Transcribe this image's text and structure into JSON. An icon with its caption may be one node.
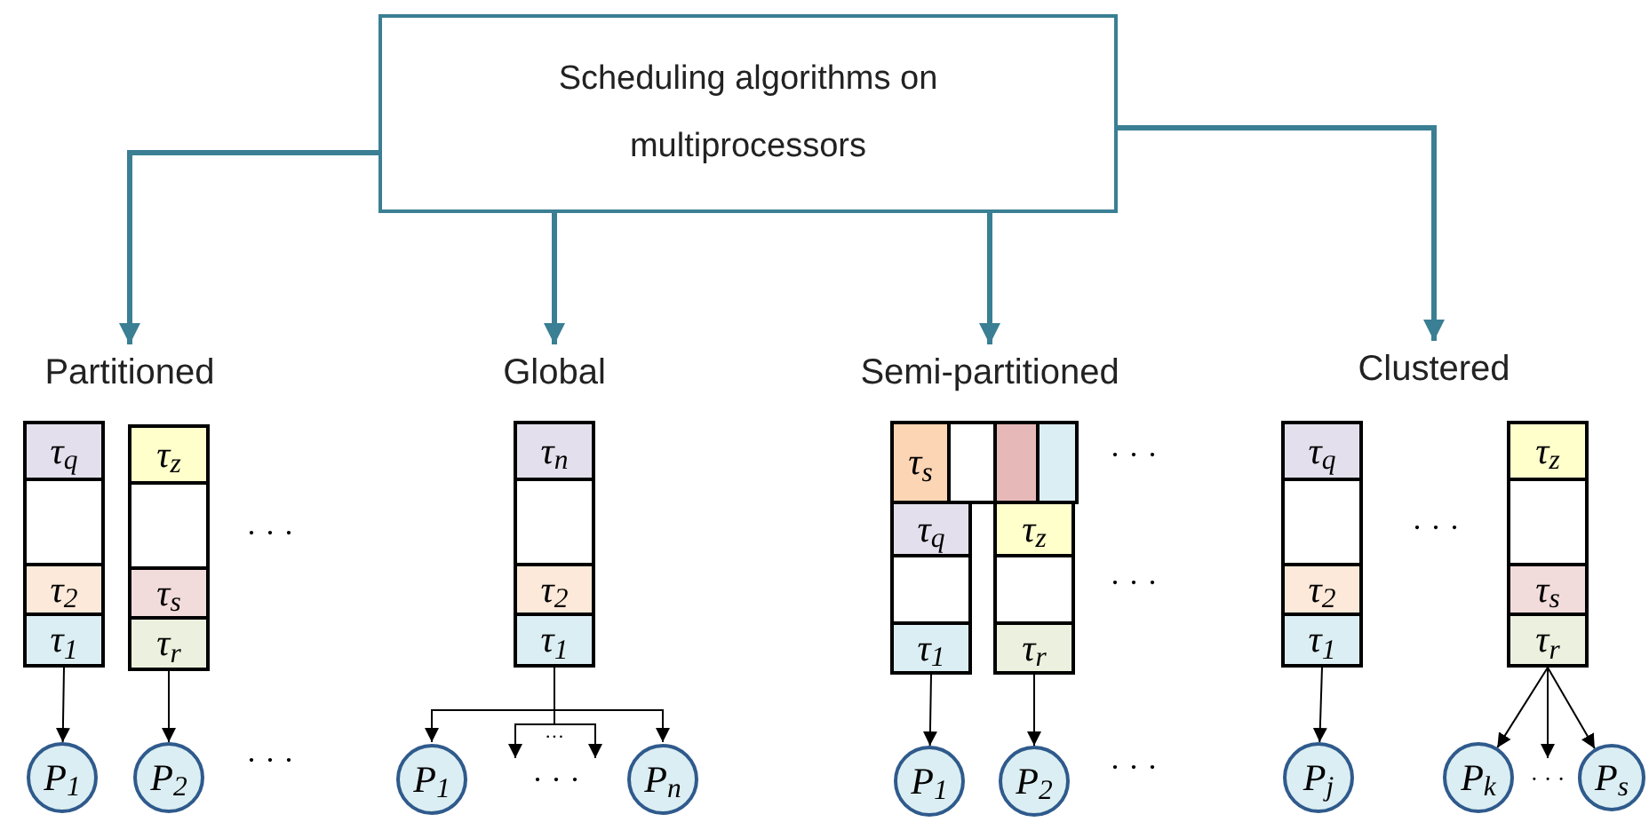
{
  "diagram": {
    "nodes": [
      {
        "text": [
          "Scheduling algorithms on multiprocessors"
        ]
      },
      {
        "text": [
          "Partitioned"
        ]
      },
      {
        "text": [
          "Global"
        ]
      },
      {
        "text": [
          "Semi-partitioned"
        ]
      },
      {
        "text": [
          "Clustered"
        ]
      },
      {
        "text": [],
        "shape": "box"
      },
      {
        "text": [
          "τ$_{q}$"
        ],
        "in": 5
      },
      {
        "text": [],
        "shape": "box",
        "in": 5
      },
      {
        "text": [
          "τ$_{2}$"
        ],
        "in": 5
      },
      {
        "text": [
          "τ$_{1}$"
        ],
        "in": 5
      },
      {
        "text": [],
        "shape": "box"
      },
      {
        "text": [
          "τ$_{z}$"
        ],
        "in": 10
      },
      {
        "text": [],
        "shape": "box",
        "in": 10
      },
      {
        "text": [
          "τ$_{s}$"
        ],
        "in": 10
      },
      {
        "text": [
          "τ$_{r}$"
        ],
        "in": 10
      },
      {
        "text": [
          "P$_{1}$"
        ]
      },
      {
        "text": [
          "P$_{2}$"
        ]
      },
      {
        "text": [],
        "shape": "box"
      },
      {
        "text": [
          "τ$_{n}$"
        ],
        "in": 17
      },
      {
        "text": [],
        "shape": "box",
        "in": 17
      },
      {
        "text": [
          "τ$_{2}$"
        ],
        "in": 17
      },
      {
        "text": [
          "τ$_{1}$"
        ],
        "in": 17
      },
      {
        "text": [
          "P$_{1}$"
        ]
      },
      {
        "text": [
          "P$_{n}$"
        ]
      },
      {
        "text": [
          "τ$_{s}$"
        ]
      },
      {
        "text": [],
        "shape": "box"
      },
      {
        "text": [],
        "shape": "box"
      },
      {
        "text": [],
        "shape": "box"
      },
      {
        "text": [],
        "shape": "box"
      },
      {
        "text": [
          "τ$_{q}$"
        ],
        "in": 28
      },
      {
        "text": [],
        "shape": "box",
        "in": 28
      },
      {
        "text": [
          "τ$_{1}$"
        ],
        "in": 28
      },
      {
        "text": [],
        "shape": "box"
      },
      {
        "text": [
          "τ$_{z}$"
        ],
        "in": 32
      },
      {
        "text": [],
        "shape": "box",
        "in": 32
      },
      {
        "text": [
          "τ$_{r}$"
        ],
        "in": 32
      },
      {
        "text": [
          "P$_{1}$"
        ]
      },
      {
        "text": [
          "P$_{2}$"
        ]
      },
      {
        "text": [],
        "shape": "box"
      },
      {
        "text": [
          "τ$_{q}$"
        ],
        "in": 38
      },
      {
        "text": [],
        "shape": "box",
        "in": 38
      },
      {
        "text": [
          "τ$_{2}$"
        ],
        "in": 38
      },
      {
        "text": [
          "τ$_{1}$"
        ],
        "in": 38
      },
      {
        "text": [],
        "shape": "box"
      },
      {
        "text": [
          "τ$_{z}$"
        ],
        "in": 43
      },
      {
        "text": [],
        "shape": "box",
        "in": 43
      },
      {
        "text": [
          "τ$_{s}$"
        ],
        "in": 43
      },
      {
        "text": [
          "τ$_{r}$"
        ],
        "in": 43
      },
      {
        "text": [
          "P$_{j}$"
        ]
      },
      {
        "text": [
          "P$_{k}$"
        ]
      },
      {
        "text": [
          "P$_{s}$"
        ]
      },
      {
        "text": [
          "· · ·"
        ]
      },
      {
        "text": [
          "· · ·"
        ]
      }
    ],
    "edges": [
      {
        "from": 0,
        "to": 1,
        "arrow": "to",
        "style": "thick",
        "color": "#3a7f93"
      },
      {
        "from": 0,
        "to": 2,
        "arrow": "to",
        "style": "thick",
        "color": "#3a7f93"
      },
      {
        "from": 0,
        "to": 3,
        "arrow": "to",
        "style": "thick",
        "color": "#3a7f93"
      },
      {
        "from": 0,
        "to": 4,
        "arrow": "to",
        "style": "thick",
        "color": "#3a7f93"
      },
      {
        "from": 5,
        "to": 15,
        "arrow": "to"
      },
      {
        "from": 10,
        "to": 16,
        "arrow": "to"
      },
      {
        "from": 17,
        "to": 22,
        "arrow": "to"
      },
      {
        "from": 17,
        "to": 51,
        "arrow": "to"
      },
      {
        "from": 17,
        "to": 51,
        "arrow": "to"
      },
      {
        "from": 17,
        "to": 23,
        "arrow": "to"
      },
      {
        "from": 28,
        "to": 36,
        "arrow": "to"
      },
      {
        "from": 32,
        "to": 37,
        "arrow": "to"
      },
      {
        "from": 38,
        "to": 48,
        "arrow": "to"
      },
      {
        "from": 43,
        "to": 49,
        "arrow": "to"
      },
      {
        "from": 43,
        "to": 52,
        "arrow": "to"
      },
      {
        "from": 43,
        "to": 50,
        "arrow": "to"
      }
    ],
    "labels": [
      "· · ·",
      "· · ·",
      "···",
      "· · ·",
      "· · ·",
      "· · ·",
      "· · ·"
    ]
  }
}
